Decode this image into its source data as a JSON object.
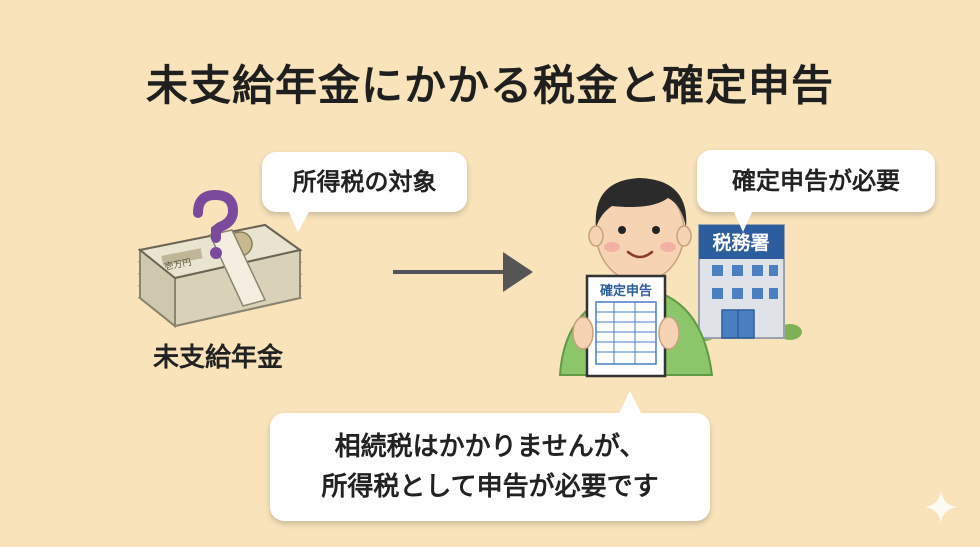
{
  "title": "未支給年金にかかる税金と確定申告",
  "money_label": "未支給年金",
  "bubble_tax_target": "所得税の対象",
  "bubble_need_filing": "確定申告が必要",
  "bubble_summary_line1": "相続税はかかりませんが、",
  "bubble_summary_line2": "所得税として申告が必要です",
  "form_title": "確定申告",
  "office_sign": "税務署",
  "banknote_text": "壱万円",
  "colors": {
    "background": "#f8e3bb",
    "arrow": "#555555",
    "question_mark": "#7b4a9c",
    "shirt": "#8cc66a",
    "building": "#dfe3e8",
    "sign": "#2c5d9c"
  }
}
